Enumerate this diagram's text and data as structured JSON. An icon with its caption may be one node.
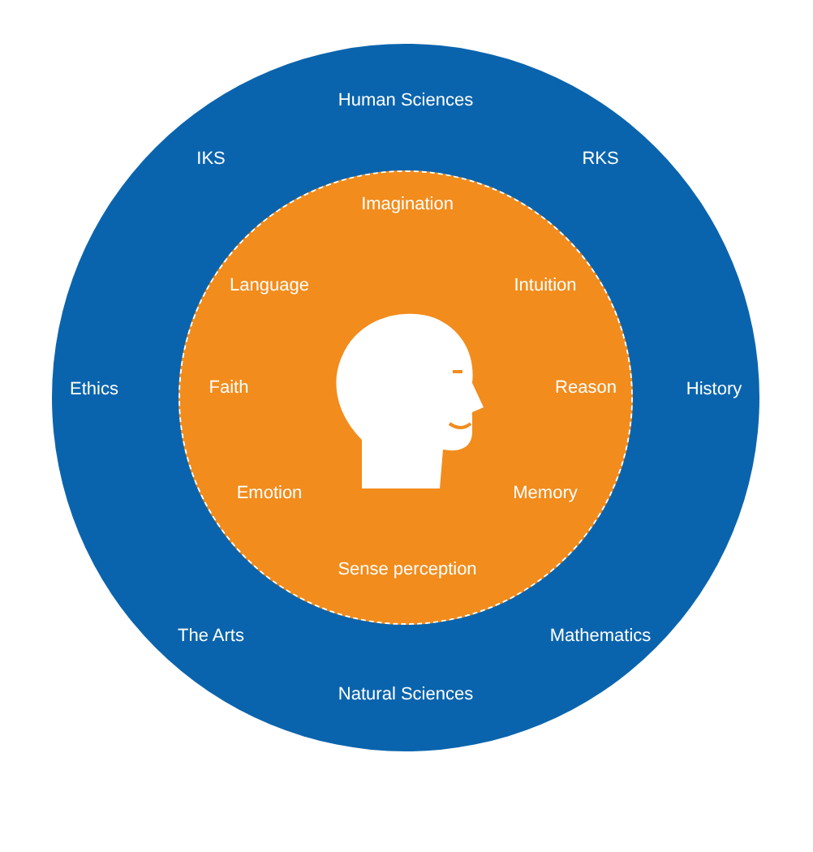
{
  "diagram": {
    "nodes": [
      {
        "text": [
          "Human Sciences",
          "RKS",
          "History",
          "Mathematics",
          "Natural Sciences",
          "The Arts",
          "Ethics",
          "IKS"
        ]
      },
      {
        "text": [
          "Imagination",
          "Intuition",
          "Reason",
          "Memory",
          "Sense perception",
          "Emotion",
          "Faith",
          "Language"
        ],
        "in": 0
      }
    ],
    "edges": []
  }
}
